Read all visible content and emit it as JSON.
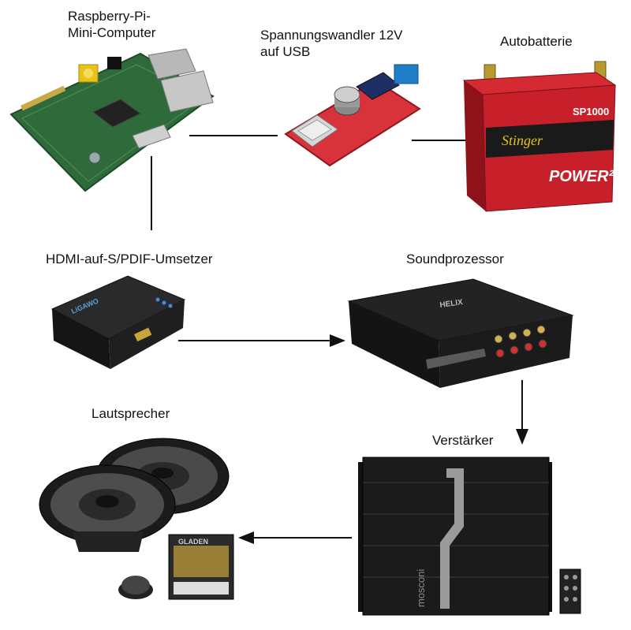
{
  "labels": {
    "raspberry_line1": "Raspberry-Pi-",
    "raspberry_line2": "Mini-Computer",
    "converter_line1": "Spannungswandler 12V",
    "converter_line2": "auf USB",
    "battery": "Autobatterie",
    "hdmi": "HDMI-auf-S/PDIF-Umsetzer",
    "soundprocessor": "Soundprozessor",
    "speakers": "Lautsprecher",
    "amplifier": "Verstärker"
  },
  "product_text": {
    "battery_brand": "Stinger",
    "battery_model": "SP1000",
    "battery_series": "POWER²",
    "hdmi_brand": "LiGAWO",
    "dsp_brand": "HELIX",
    "amp_brand": "mosconi",
    "crossover_brand": "GLADEN"
  },
  "colors": {
    "pcb_green": "#2f6b3a",
    "battery_red": "#c8202a",
    "converter_red": "#d8323a",
    "device_black": "#1b1b1b",
    "connector_line": "#111111"
  }
}
